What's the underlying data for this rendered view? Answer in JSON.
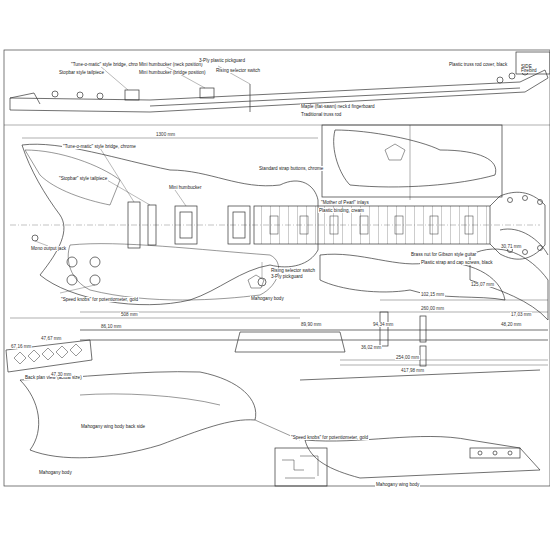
{
  "diagram": {
    "labels": [
      "\"Tune-o-matic\" style bridge, chrome",
      "Mini humbucker (neck position)",
      "3-Ply plastic pickguard",
      "Rising selector switch",
      "Mini humbucker (bridge position)",
      "Stopbar style tailpiece",
      "Ebonized fingerboard",
      "Plastic truss rod cover, black",
      "Maple (flat-sawn) neck",
      "Traditional truss rod",
      "Standard strap buttons, chrome",
      "\"Stopbar\" style tailpiece",
      "\"Tune-o-matic\" style bridge, chrome",
      "Mini humbucker",
      "\"Mother of Pearl\" inlays",
      "Plastic binding, cream",
      "Brass nut for Gibson style guitar",
      "Plastic strap and cap screws, black",
      "Mono output jack",
      "\"Speed knobs\" for potentiometer, gold",
      "Mahogany body",
      "3-Ply pickguard",
      "Rising selector switch",
      "Back plan view (actual size)",
      "Mahogany wing body back side",
      "Mahogany body",
      "\"Speed knobs\" for potentiometer, gold",
      "Mahogany wing body",
      "1300 mm",
      "508 mm",
      "86,10 mm",
      "67,16 mm",
      "47,30 mm",
      "47,67 mm",
      "260,00 mm",
      "94,34 mm",
      "89,90 mm",
      "36,02 mm",
      "254,00 mm",
      "417,98 mm",
      "102,15 mm",
      "125,07 mm",
      "30,71 mm",
      "17,03 mm",
      "48,20 mm",
      "SIDE",
      "Firebird"
    ]
  }
}
